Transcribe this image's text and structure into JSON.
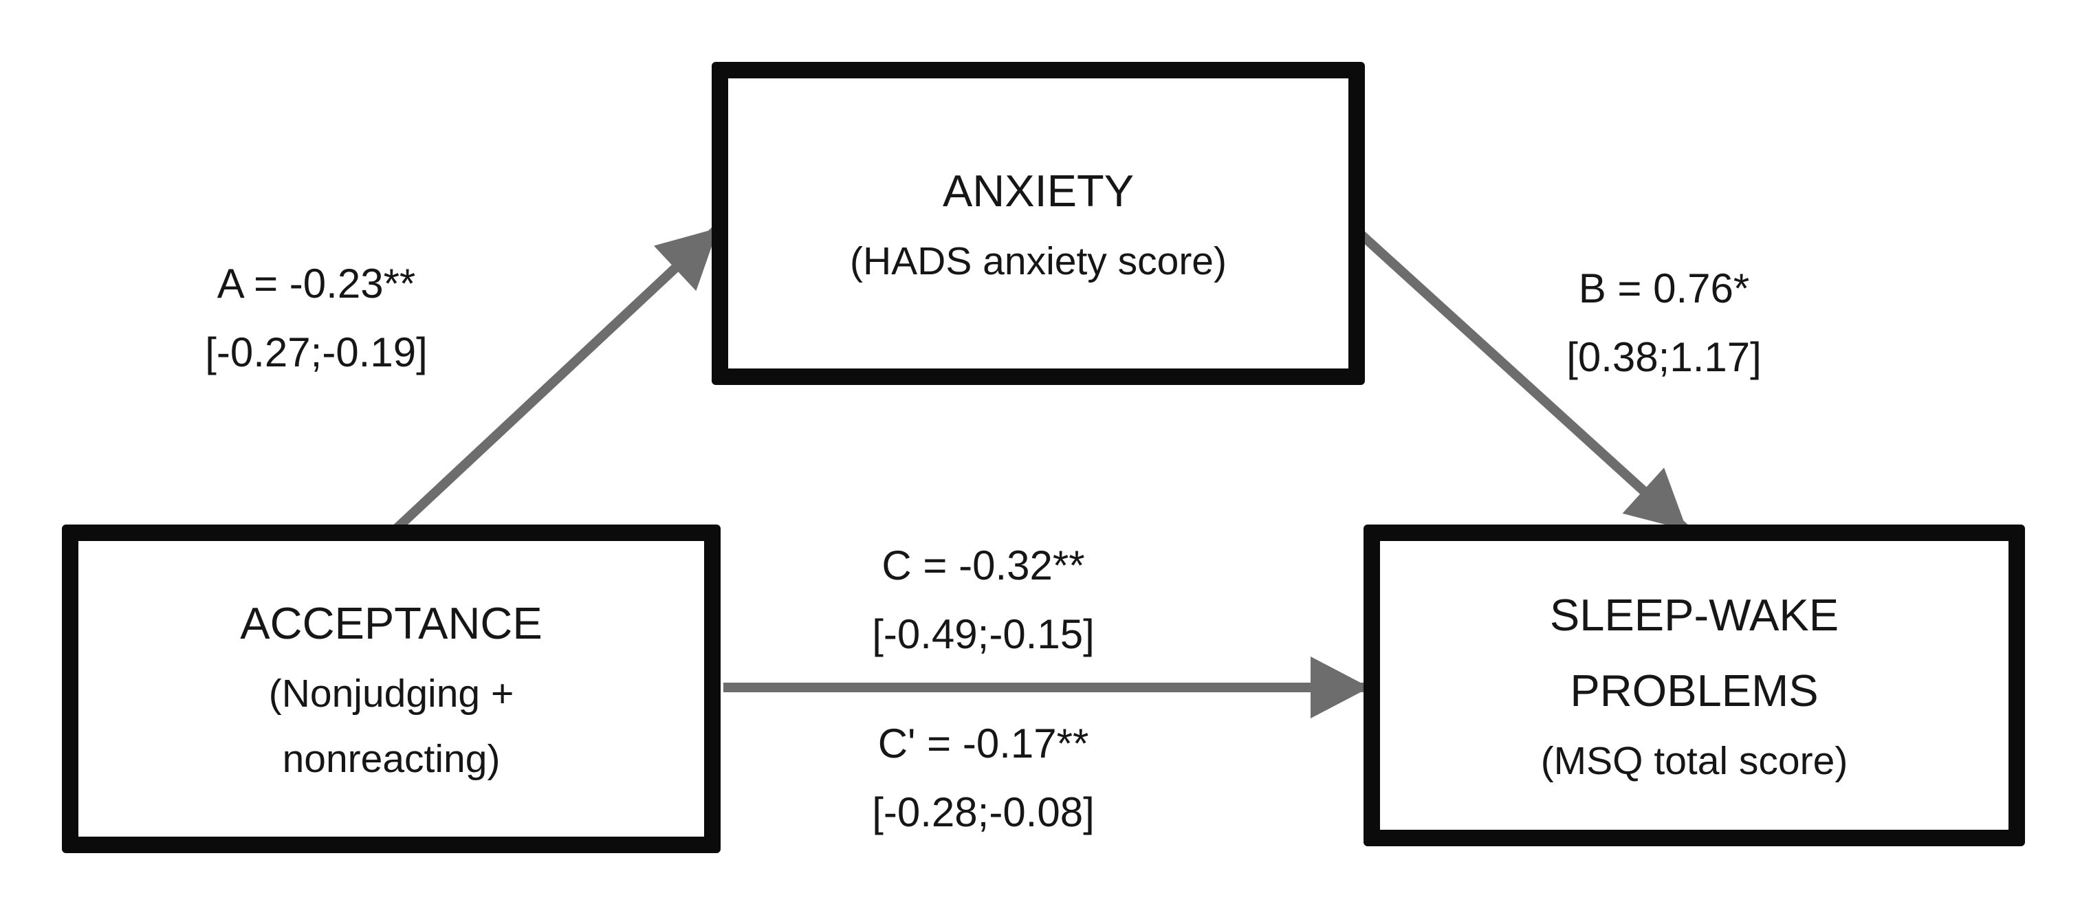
{
  "colors": {
    "background-color": "#ffffff",
    "border-color": "#0b0b0b",
    "arrow-color": "#6d6d6d",
    "text-color": "#161616"
  },
  "nodes": {
    "mediator": {
      "title": "ANXIETY",
      "subtitle": "(HADS anxiety score)"
    },
    "predictor": {
      "title": "ACCEPTANCE",
      "subtitle_line_1": "(Nonjudging +",
      "subtitle_line_2": "nonreacting)"
    },
    "outcome": {
      "title_line_1": "SLEEP-WAKE",
      "title_line_2": "PROBLEMS",
      "subtitle": "(MSQ total score)"
    }
  },
  "paths": {
    "a": {
      "coefficient": "A = -0.23**",
      "ci": "[-0.27;-0.19]"
    },
    "b": {
      "coefficient": "B = 0.76*",
      "ci": "[0.38;1.17]"
    },
    "c": {
      "coefficient": "C = -0.32**",
      "ci": "[-0.49;-0.15]"
    },
    "c_prime": {
      "coefficient": "C' = -0.17**",
      "ci": "[-0.28;-0.08]"
    }
  }
}
